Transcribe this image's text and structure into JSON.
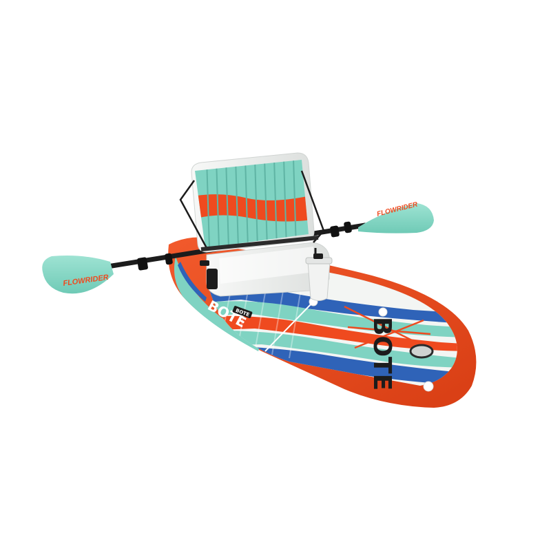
{
  "image": {
    "alt": "Inflatable paddle board with kayak seat, cup holder and double-bladed paddle"
  },
  "branding": {
    "paddle_left_text": "FLOWRIDER",
    "paddle_right_text": "FLOWRIDER",
    "board_logo_side": "BOTE",
    "board_logo_deck": "BOTE",
    "side_badge": "BOTE"
  },
  "colors": {
    "board_orange": "#ef4a1f",
    "board_teal": "#7fd3c2",
    "board_blue": "#2f63b8",
    "deck_white": "#f3f5f3",
    "seat_white": "#eef0ee",
    "paddle_blade": "#86d8c6",
    "shaft_black": "#1c1c1c"
  }
}
